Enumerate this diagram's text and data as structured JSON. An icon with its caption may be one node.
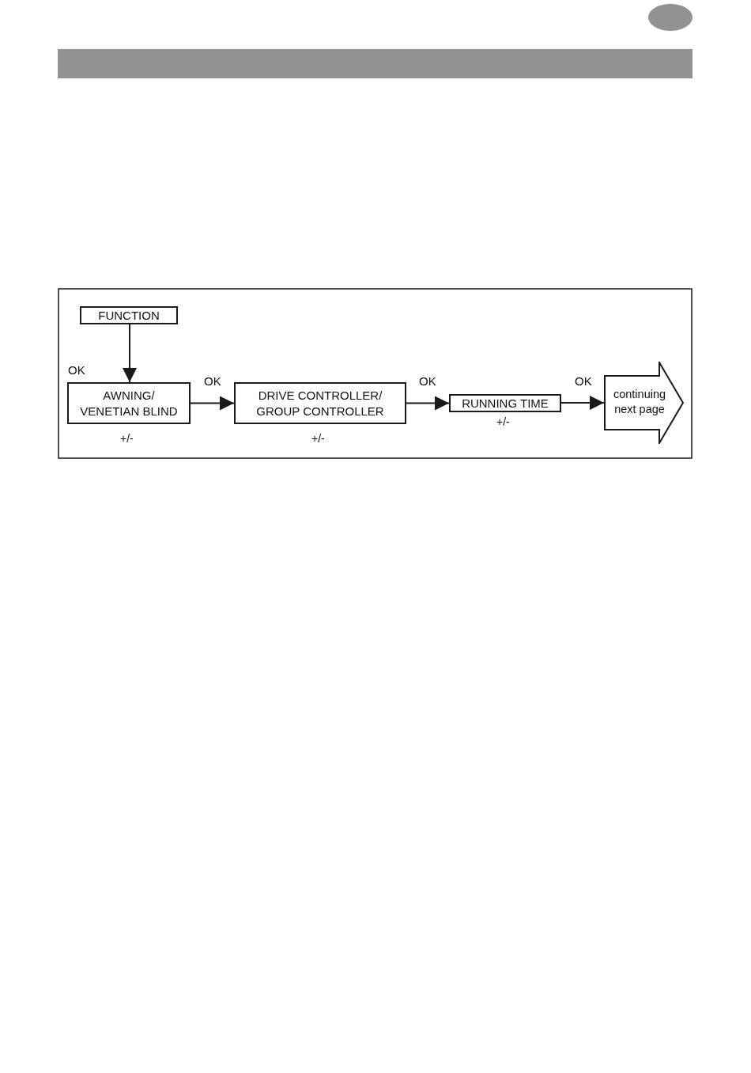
{
  "diagram": {
    "nodes": [
      {
        "text": [
          "FUNCTION"
        ]
      },
      {
        "text": [
          "AWNING/ VENETIAN BLIND"
        ],
        "beside": [
          "+/-"
        ]
      },
      {
        "text": [
          "DRIVE CONTROLLER/ GROUP CONTROLLER"
        ],
        "beside": [
          "+/-"
        ]
      },
      {
        "text": [
          "RUNNING TIME"
        ],
        "beside": [
          "+/-"
        ]
      },
      {
        "text": [
          "continuing next page"
        ]
      }
    ],
    "edges": [
      {
        "from": 0,
        "to": 1,
        "arrow": "to",
        "label": "OK"
      },
      {
        "from": 1,
        "to": 2,
        "arrow": "to",
        "label": "OK"
      },
      {
        "from": 2,
        "to": 3,
        "arrow": "to",
        "label": "OK"
      },
      {
        "from": 3,
        "to": 4,
        "arrow": "to",
        "label": "OK"
      }
    ]
  }
}
